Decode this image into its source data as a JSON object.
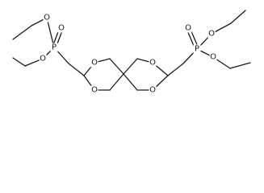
{
  "structure": {
    "atoms": [
      {
        "id": "c1",
        "el": "C"
      },
      {
        "id": "c2",
        "el": "C"
      },
      {
        "id": "o1",
        "el": "O",
        "label": "O"
      },
      {
        "id": "p1",
        "el": "P",
        "label": "P"
      },
      {
        "id": "o2",
        "el": "O",
        "label": "O"
      },
      {
        "id": "o3",
        "el": "O",
        "label": "O"
      },
      {
        "id": "c3",
        "el": "C"
      },
      {
        "id": "c4",
        "el": "C"
      },
      {
        "id": "c5",
        "el": "C"
      },
      {
        "id": "c6",
        "el": "C"
      },
      {
        "id": "o4",
        "el": "O",
        "label": "O"
      },
      {
        "id": "o5",
        "el": "O",
        "label": "O"
      },
      {
        "id": "c7",
        "el": "C"
      },
      {
        "id": "c8",
        "el": "C"
      },
      {
        "id": "c9",
        "el": "C"
      },
      {
        "id": "c10",
        "el": "C"
      },
      {
        "id": "c11",
        "el": "C"
      },
      {
        "id": "o6",
        "el": "O",
        "label": "O"
      },
      {
        "id": "o7",
        "el": "O",
        "label": "O"
      },
      {
        "id": "c12",
        "el": "C"
      },
      {
        "id": "c13",
        "el": "C"
      },
      {
        "id": "p2",
        "el": "P",
        "label": "P"
      },
      {
        "id": "o8",
        "el": "O",
        "label": "O"
      },
      {
        "id": "o9",
        "el": "O",
        "label": "O"
      },
      {
        "id": "o10",
        "el": "O",
        "label": "O"
      },
      {
        "id": "c14",
        "el": "C"
      },
      {
        "id": "c15",
        "el": "C"
      },
      {
        "id": "c16",
        "el": "C"
      },
      {
        "id": "c17",
        "el": "C"
      }
    ],
    "bonds": [
      {
        "a": "c1",
        "b": "c2",
        "order": 1
      },
      {
        "a": "c2",
        "b": "o1",
        "order": 1
      },
      {
        "a": "o1",
        "b": "p1",
        "order": 1
      },
      {
        "a": "p1",
        "b": "o2",
        "order": 2
      },
      {
        "a": "p1",
        "b": "o3",
        "order": 1
      },
      {
        "a": "o3",
        "b": "c3",
        "order": 1
      },
      {
        "a": "c3",
        "b": "c4",
        "order": 1
      },
      {
        "a": "p1",
        "b": "c5",
        "order": 1
      },
      {
        "a": "c5",
        "b": "c6",
        "order": 1
      },
      {
        "a": "c6",
        "b": "o4",
        "order": 1
      },
      {
        "a": "c6",
        "b": "o5",
        "order": 1
      },
      {
        "a": "o4",
        "b": "c7",
        "order": 1
      },
      {
        "a": "o5",
        "b": "c8",
        "order": 1
      },
      {
        "a": "c7",
        "b": "c9",
        "order": 1
      },
      {
        "a": "c8",
        "b": "c9",
        "order": 1
      },
      {
        "a": "c9",
        "b": "c10",
        "order": 1
      },
      {
        "a": "c9",
        "b": "c11",
        "order": 1
      },
      {
        "a": "c10",
        "b": "o6",
        "order": 1
      },
      {
        "a": "c11",
        "b": "o7",
        "order": 1
      },
      {
        "a": "o6",
        "b": "c12",
        "order": 1
      },
      {
        "a": "o7",
        "b": "c12",
        "order": 1
      },
      {
        "a": "c12",
        "b": "c13",
        "order": 1
      },
      {
        "a": "c13",
        "b": "p2",
        "order": 1
      },
      {
        "a": "p2",
        "b": "o8",
        "order": 2
      },
      {
        "a": "p2",
        "b": "o9",
        "order": 1
      },
      {
        "a": "p2",
        "b": "o10",
        "order": 1
      },
      {
        "a": "o9",
        "b": "c14",
        "order": 1
      },
      {
        "a": "c14",
        "b": "c15",
        "order": 1
      },
      {
        "a": "o10",
        "b": "c16",
        "order": 1
      },
      {
        "a": "c16",
        "b": "c17",
        "order": 1
      }
    ]
  }
}
